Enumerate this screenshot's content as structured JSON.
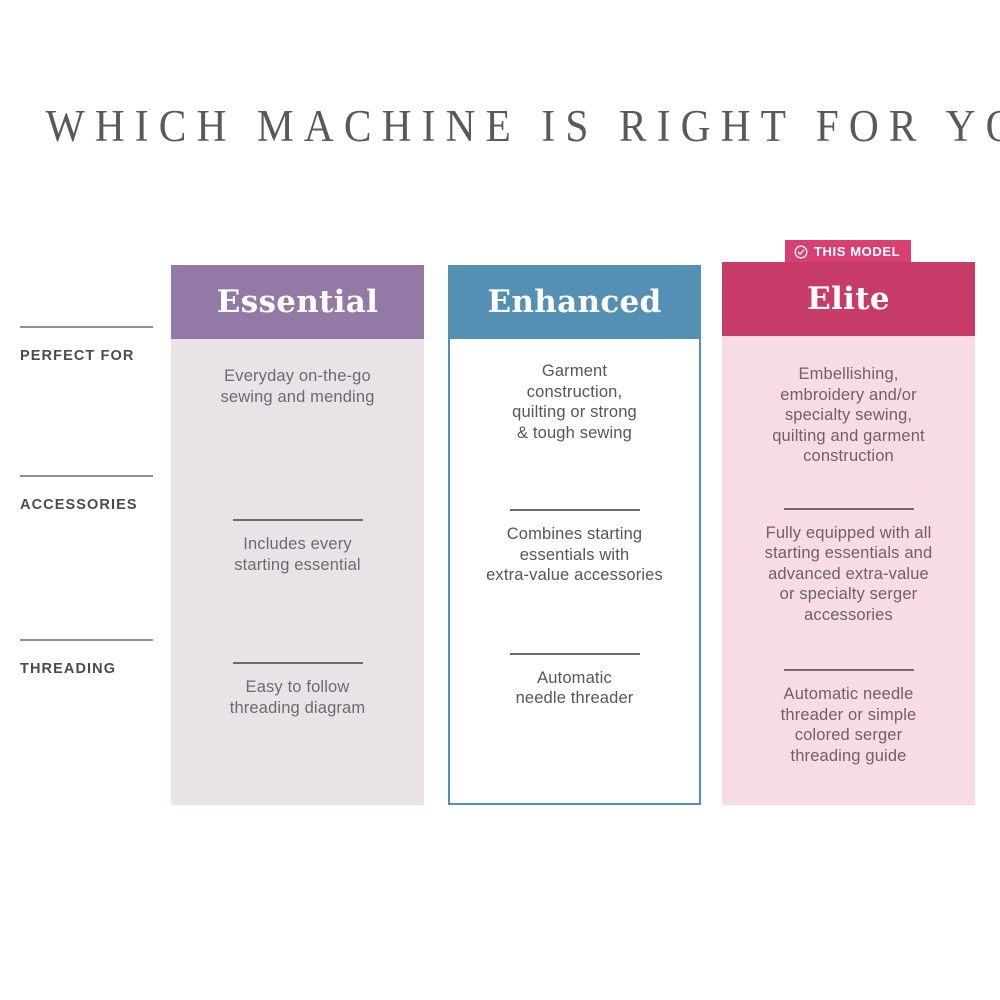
{
  "page": {
    "title": "WHICH MACHINE IS RIGHT FOR YOU?",
    "background_color": "#ffffff",
    "title_color": "#58595b"
  },
  "badge": {
    "label": "THIS MODEL",
    "icon": "check-circle-icon",
    "background_color": "#d83f73",
    "text_color": "#ffffff",
    "attached_to_column": "Elite"
  },
  "rows": [
    {
      "label": "PERFECT FOR"
    },
    {
      "label": "ACCESSORIES"
    },
    {
      "label": "THREADING"
    }
  ],
  "columns": [
    {
      "name": "Essential",
      "header_color": "#9279a6",
      "body_color": "#e9e3e8",
      "highlighted": false,
      "cells": [
        "Everyday on-the-go\nsewing and mending",
        "Includes every\nstarting essential",
        "Easy to follow\nthreading diagram"
      ]
    },
    {
      "name": "Enhanced",
      "header_color": "#5390b4",
      "body_color": "#ffffff",
      "highlighted": false,
      "cells": [
        "Garment\nconstruction,\nquilting or strong\n& tough sewing",
        "Combines starting\nessentials with\nextra-value accessories",
        "Automatic\nneedle threader"
      ]
    },
    {
      "name": "Elite",
      "header_color": "#c73b68",
      "body_color": "#f7dde3",
      "highlighted": true,
      "cells": [
        "Embellishing,\nembroidery and/or\nspecialty sewing,\nquilting and garment\nconstruction",
        "Fully equipped with all\nstarting essentials and\nadvanced extra-value\nor specialty serger\naccessories",
        "Automatic needle\nthreader or simple\ncolored serger\nthreading guide"
      ]
    }
  ]
}
